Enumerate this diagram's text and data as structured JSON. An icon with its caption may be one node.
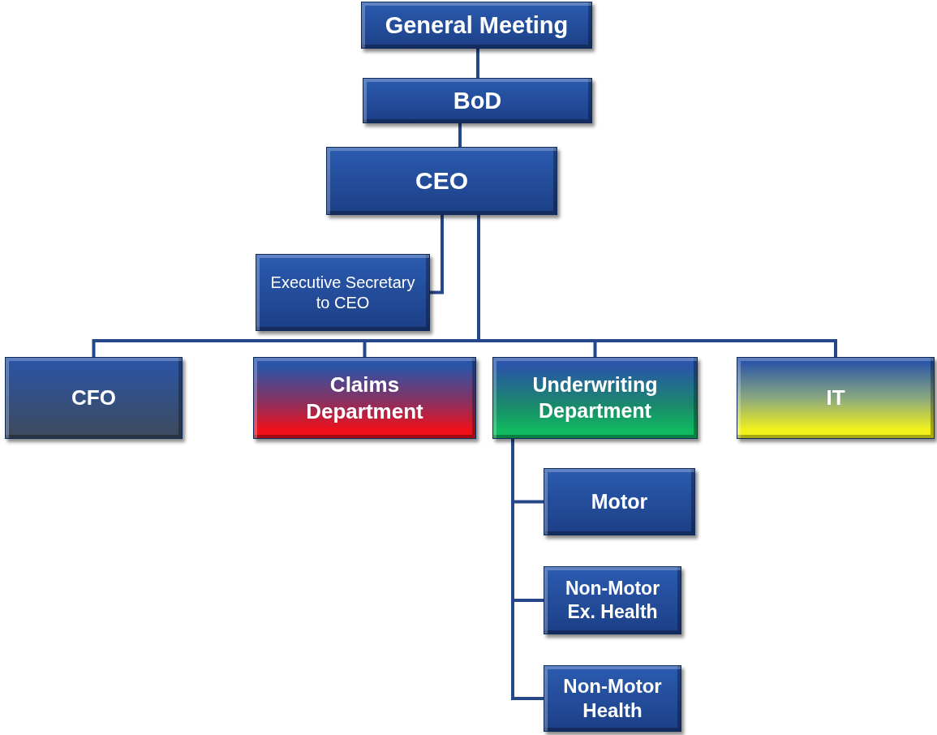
{
  "diagram": {
    "nodes": [
      {
        "text": [
          "General Meeting"
        ]
      },
      {
        "text": [
          "BoD"
        ]
      },
      {
        "text": [
          "CEO"
        ]
      },
      {
        "text": [
          "Executive Secretary to CEO"
        ]
      },
      {
        "text": [
          "CFO"
        ]
      },
      {
        "text": [
          "Claims Department"
        ]
      },
      {
        "text": [
          "Underwriting Department"
        ]
      },
      {
        "text": [
          "IT"
        ]
      },
      {
        "text": [
          "Motor"
        ]
      },
      {
        "text": [
          "Non-Motor Ex. Health"
        ]
      },
      {
        "text": [
          "Non-Motor Health"
        ]
      }
    ],
    "edges": [
      {
        "from": 0,
        "to": 1,
        "arrow": "none"
      },
      {
        "from": 1,
        "to": 2,
        "arrow": "none"
      },
      {
        "from": 2,
        "to": 3,
        "arrow": "none"
      },
      {
        "from": 2,
        "to": 4,
        "arrow": "none"
      },
      {
        "from": 2,
        "to": 5,
        "arrow": "none"
      },
      {
        "from": 2,
        "to": 6,
        "arrow": "none"
      },
      {
        "from": 2,
        "to": 7,
        "arrow": "none"
      },
      {
        "from": 6,
        "to": 8,
        "arrow": "none"
      },
      {
        "from": 6,
        "to": 9,
        "arrow": "none"
      },
      {
        "from": 6,
        "to": 10,
        "arrow": "none"
      }
    ]
  }
}
